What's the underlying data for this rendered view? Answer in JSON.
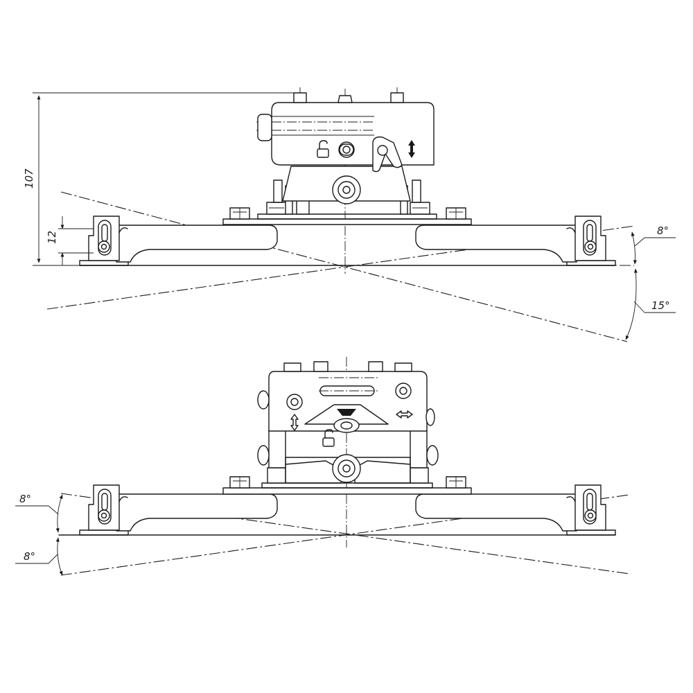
{
  "top_view": {
    "dim_height": "107",
    "dim_small": "12",
    "angle_right_upper": "8°",
    "angle_right_lower": "15°"
  },
  "bottom_view": {
    "angle_left_upper": "8°",
    "angle_left_lower": "8°"
  },
  "icons": [
    "unlock-icon",
    "vertical-adjust-icon",
    "horizontal-adjust-icon"
  ],
  "colors": {
    "line": "#1a1a1a",
    "background": "#ffffff"
  }
}
